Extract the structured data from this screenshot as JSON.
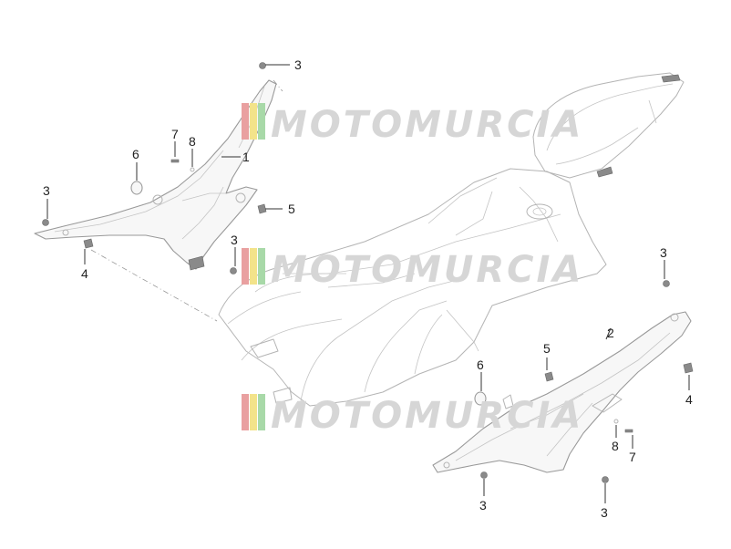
{
  "watermark": {
    "text": "MOTOMURCIA",
    "stripe_colors": [
      "#e9a0a0",
      "#f3e38a",
      "#a8d9a8"
    ]
  },
  "callouts": {
    "c1": "1",
    "c2": "2",
    "c3a": "3",
    "c3b": "3",
    "c3c": "3",
    "c3d": "3",
    "c3e": "3",
    "c3f": "3",
    "c4a": "4",
    "c4b": "4",
    "c5a": "5",
    "c5b": "5",
    "c6a": "6",
    "c6b": "6",
    "c7a": "7",
    "c7b": "7",
    "c8a": "8",
    "c8b": "8"
  }
}
